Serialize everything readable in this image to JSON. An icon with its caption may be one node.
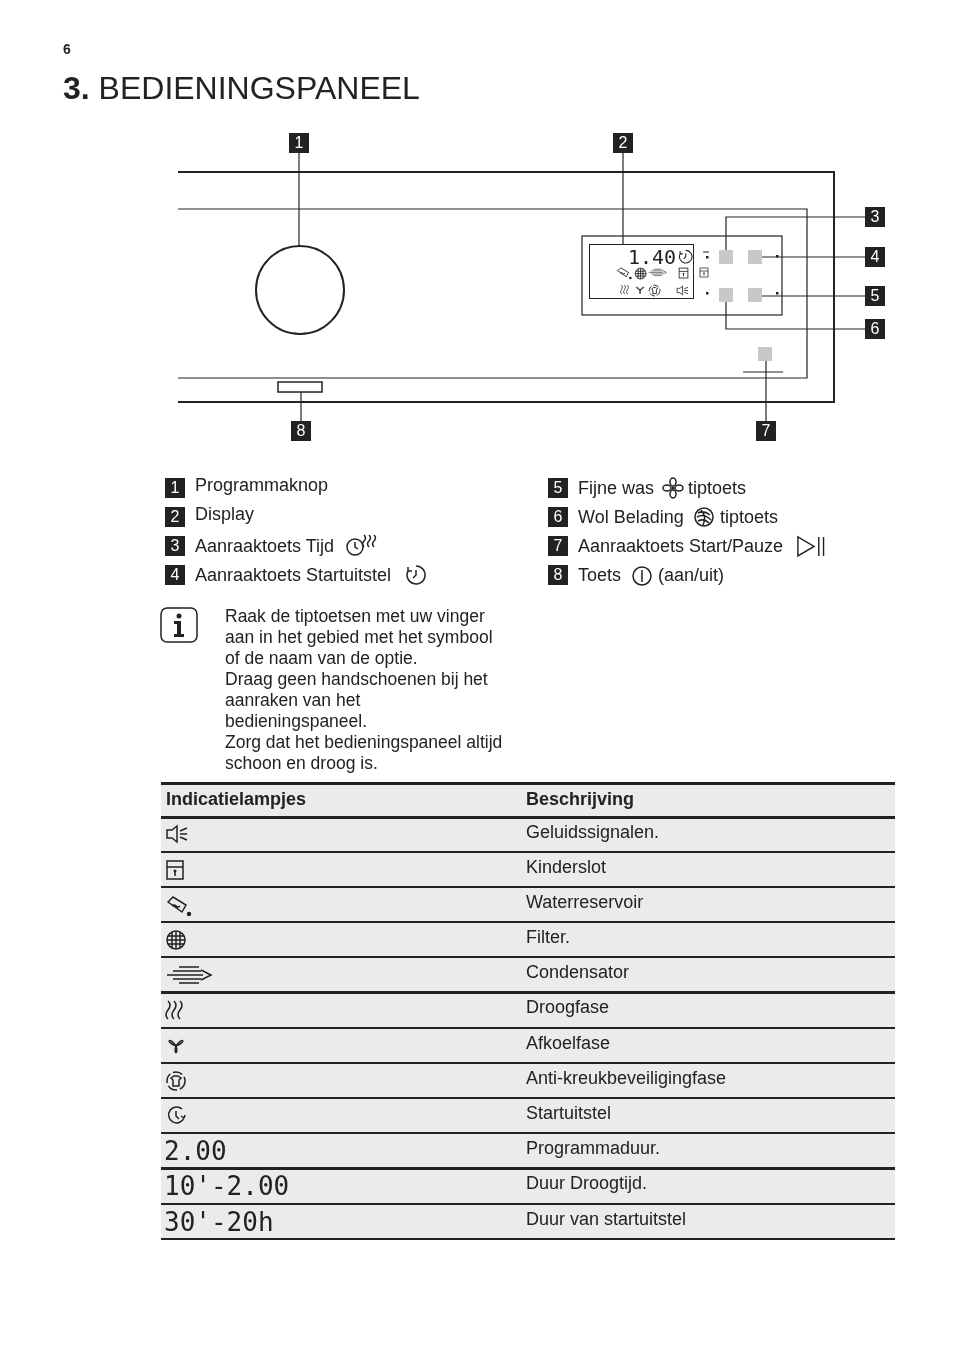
{
  "diagram": {
    "title": "**3.** BEDIENINGSPANEEL",
    "nodes": [
      {
        "text": [
          "1"
        ]
      },
      {
        "text": [
          "2"
        ]
      },
      {
        "text": [
          "3"
        ]
      },
      {
        "text": [
          "4"
        ]
      },
      {
        "text": [
          "5"
        ]
      },
      {
        "text": [
          "6"
        ]
      },
      {
        "text": [
          "7"
        ]
      },
      {
        "text": [
          "8"
        ]
      },
      {
        "text": [],
        "shape": "circle"
      },
      {
        "text": [
          "1.40"
        ]
      },
      {
        "text": [],
        "shape": "box"
      },
      {
        "text": [],
        "shape": "box"
      },
      {
        "text": [],
        "shape": "box"
      },
      {
        "text": [],
        "shape": "box"
      },
      {
        "text": [],
        "shape": "box"
      },
      {
        "text": [],
        "shape": "bar"
      },
      {
        "text": [
          "1"
        ]
      },
      {
        "text": [
          "5"
        ]
      },
      {
        "text": [
          "2"
        ]
      },
      {
        "text": [
          "6"
        ]
      },
      {
        "text": [
          "3"
        ]
      },
      {
        "text": [
          "7"
        ]
      },
      {
        "text": [
          "4"
        ]
      },
      {
        "text": [
          "8"
        ]
      }
    ],
    "edges": [
      {
        "from": 0,
        "to": 8,
        "arrow": "none"
      },
      {
        "from": 1,
        "to": 9,
        "arrow": "none"
      },
      {
        "from": 2,
        "to": 10,
        "arrow": "none"
      },
      {
        "from": 3,
        "to": 11,
        "arrow": "none"
      },
      {
        "from": 4,
        "to": 13,
        "arrow": "none"
      },
      {
        "from": 5,
        "to": 12,
        "arrow": "none"
      },
      {
        "from": 6,
        "to": 14,
        "arrow": "none"
      },
      {
        "from": 7,
        "to": 15,
        "arrow": "none"
      }
    ],
    "labels": [
      "6",
      "Programmaknop",
      "Fijne was",
      "tiptoets",
      "Display",
      "Wol Belading",
      "tiptoets",
      "Aanraaktoets Tijd",
      "Aanraaktoets Start/Pauze",
      "Aanraaktoets Startuitstel",
      "Toets",
      "(aan/uit)",
      "Raak de tiptoetsen met uw vinger aan in het gebied met het symbool of de naam van de optie.",
      "Draag geen handschoenen bij het aanraken van het bedieningspaneel.",
      "Zorg dat het bedieningspaneel altijd schoon en droog is.",
      "Indicatielampjes",
      "Beschrijving",
      "Geluidssignalen.",
      "Kinderslot",
      "Waterreservoir",
      "Filter.",
      "Condensator",
      "Droogfase",
      "Afkoelfase",
      "Anti-kreukbeveiligingfase",
      "Startuitstel",
      "2.00",
      "Programmaduur.",
      "10'-2.00",
      "Duur Droogtijd.",
      "30'-20h",
      "Duur van startuitstel"
    ]
  }
}
